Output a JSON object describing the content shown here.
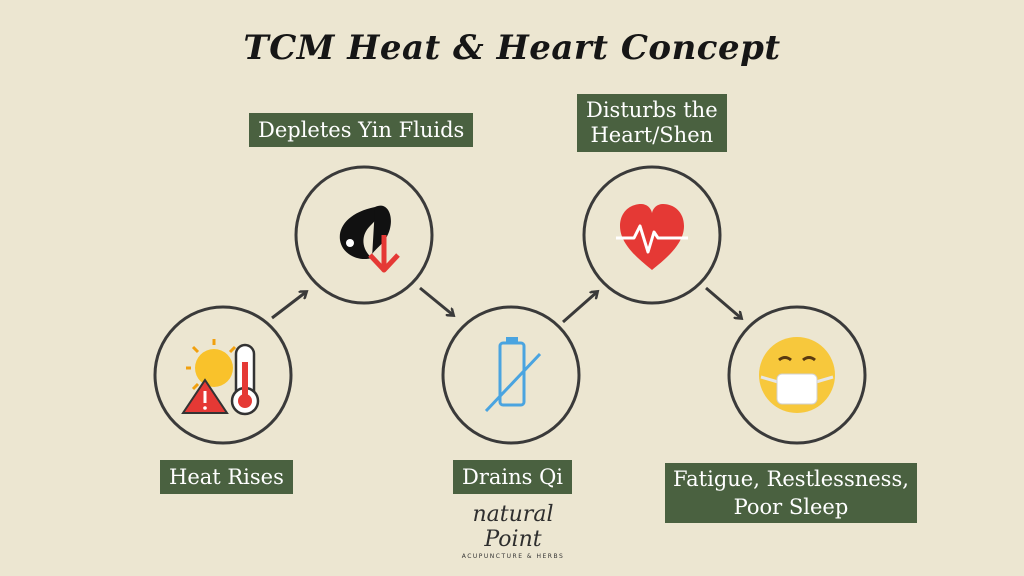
{
  "title": "TCM Heat & Heart Concept",
  "steps": [
    {
      "label": "Heat Rises",
      "icon": "thermometer-sun-warning-icon"
    },
    {
      "label": "Depletes Yin Fluids",
      "icon": "yin-down-arrow-icon"
    },
    {
      "label": "Drains Qi",
      "icon": "empty-battery-icon"
    },
    {
      "label_line1": "Disturbs the",
      "label_line2": "Heart/Shen",
      "icon": "heart-pulse-icon"
    },
    {
      "label_line1": "Fatigue, Restlessness,",
      "label_line2": "Poor Sleep",
      "icon": "sick-face-mask-icon"
    }
  ],
  "logo": {
    "name": "natural Point",
    "tagline": "ACUPUNCTURE & HERBS"
  },
  "colors": {
    "background": "#ece6d1",
    "label_bg": "#4a6140",
    "circle_stroke": "#3a3a3a"
  }
}
